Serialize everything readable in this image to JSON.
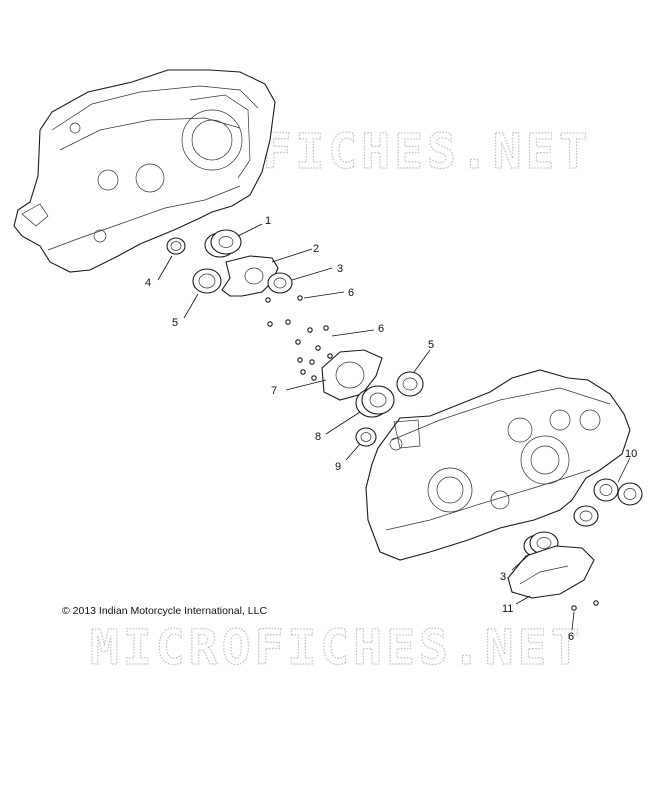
{
  "copyright": "© 2013 Indian Motorcycle International, LLC",
  "watermarks": [
    "MICROFICHES.NET",
    "MICROFICHES.NET"
  ],
  "callouts": [
    "1",
    "2",
    "3",
    "4",
    "5",
    "6",
    "6",
    "7",
    "8",
    "9",
    "5",
    "10",
    "3",
    "11",
    "6"
  ]
}
